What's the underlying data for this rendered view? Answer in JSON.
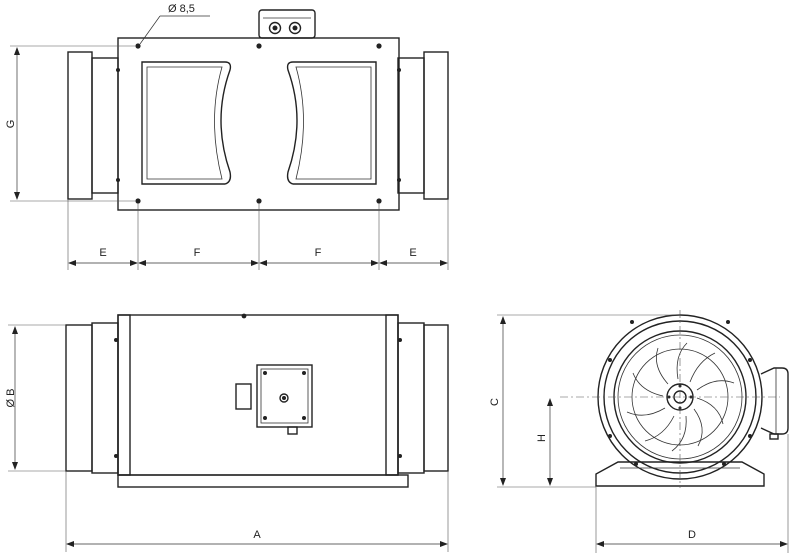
{
  "labels": {
    "hole": "Ø 8,5",
    "g": "G",
    "e": "E",
    "f": "F",
    "b": "Ø B",
    "a": "A",
    "c": "C",
    "h": "H",
    "d": "D"
  }
}
